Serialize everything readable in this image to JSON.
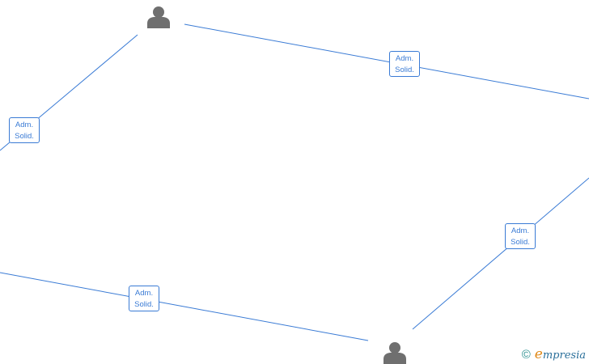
{
  "relationship_labels": [
    {
      "line1": "Adm.",
      "line2": "Solid."
    },
    {
      "line1": "Adm.",
      "line2": "Solid."
    },
    {
      "line1": "Adm.",
      "line2": "Solid."
    },
    {
      "line1": "Adm.",
      "line2": "Solid."
    }
  ],
  "watermark": {
    "copyright_symbol": "©",
    "brand_first_letter": "e",
    "brand_rest": "mpresia"
  },
  "colors": {
    "edge": "#3a7bd5",
    "person_icon": "#6f6f6f",
    "brand_accent": "#e08a1a"
  },
  "icons": {
    "person": "person-icon",
    "copyright": "copyright-icon"
  }
}
